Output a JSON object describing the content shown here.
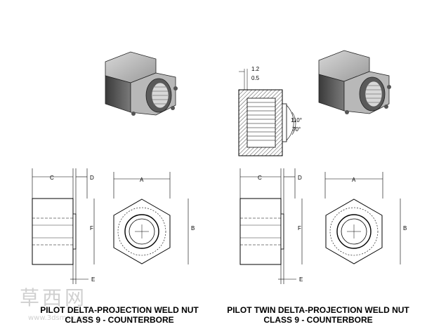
{
  "left_part": {
    "caption_line1": "PILOT DELTA-PROJECTION WELD NUT",
    "caption_line2": "CLASS 9 - COUNTERBORE",
    "dims": {
      "c": "C",
      "d": "D",
      "a": "A",
      "f": "F",
      "b": "B",
      "e": "E"
    }
  },
  "right_part": {
    "caption_line1": "PILOT TWIN DELTA-PROJECTION WELD NUT",
    "caption_line2": "CLASS 9 - COUNTERBORE",
    "dims": {
      "c": "C",
      "d": "D",
      "a": "A",
      "f": "F",
      "b": "B",
      "e": "E"
    },
    "section": {
      "dim1": "1.2",
      "dim2": "0.5",
      "angle1": "110°",
      "angle2": "70°"
    }
  },
  "watermark": {
    "text": "草西网",
    "sub": "www.3dsmax.com"
  },
  "colors": {
    "line": "#000000",
    "nut_dark": "#4a4a4a",
    "nut_mid": "#8a8a8a",
    "nut_light": "#c8c8c8"
  }
}
